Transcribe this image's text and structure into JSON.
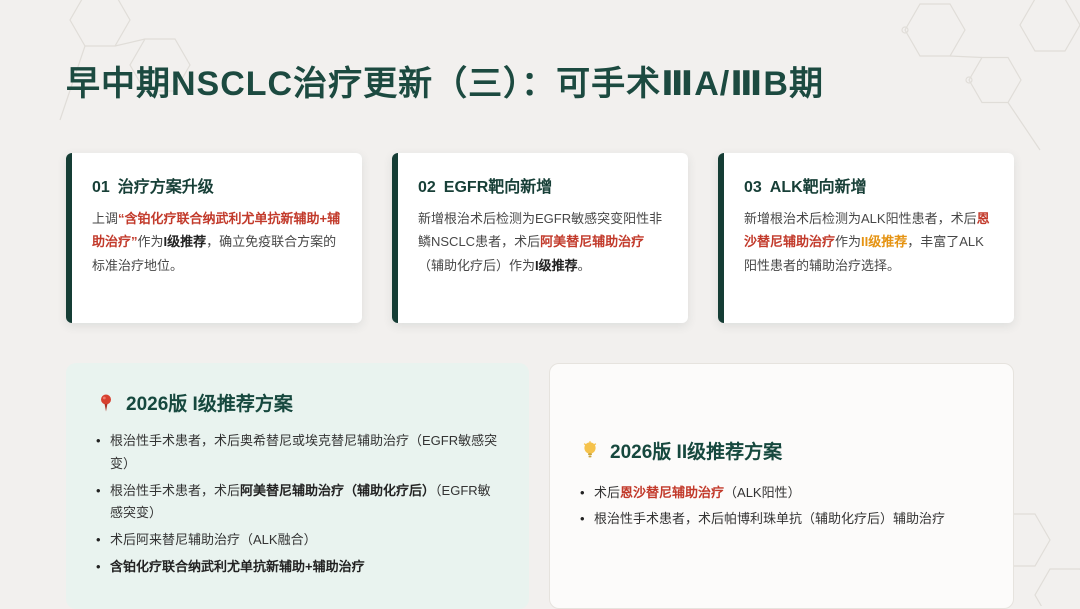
{
  "title": "早中期NSCLC治疗更新（三）：可手术ⅢA/ⅢB期",
  "colors": {
    "title": "#1c4a40",
    "card_accent": "#153d35",
    "highlight_red": "#c23a2b",
    "highlight_orange": "#e59312",
    "panel_mint": "#e9f3ef",
    "background": "#f2f0ee"
  },
  "cards": [
    {
      "number": "01",
      "heading": "治疗方案升级",
      "body": [
        {
          "text": "上调",
          "style": "normal"
        },
        {
          "text": "“含铂化疗联合纳武利尤单抗新辅助+辅助治疗”",
          "style": "red"
        },
        {
          "text": "作为",
          "style": "normal"
        },
        {
          "text": "I级推荐",
          "style": "bold"
        },
        {
          "text": "，确立免疫联合方案的标准治疗地位。",
          "style": "normal"
        }
      ]
    },
    {
      "number": "02",
      "heading": "EGFR靶向新增",
      "body": [
        {
          "text": "新增根治术后检测为EGFR敏感突变阳性非鳞NSCLC患者，术后",
          "style": "normal"
        },
        {
          "text": "阿美替尼辅助治疗",
          "style": "red"
        },
        {
          "text": "（辅助化疗后）作为",
          "style": "normal"
        },
        {
          "text": "I级推荐",
          "style": "bold"
        },
        {
          "text": "。",
          "style": "normal"
        }
      ]
    },
    {
      "number": "03",
      "heading": "ALK靶向新增",
      "body": [
        {
          "text": "新增根治术后检测为ALK阳性患者，术后",
          "style": "normal"
        },
        {
          "text": "恩沙替尼辅助治疗",
          "style": "red"
        },
        {
          "text": "作为",
          "style": "normal"
        },
        {
          "text": "II级推荐",
          "style": "orange"
        },
        {
          "text": "，丰富了ALK阳性患者的辅助治疗选择。",
          "style": "normal"
        }
      ]
    }
  ],
  "panels": [
    {
      "icon": "pin-icon",
      "heading": "2026版 I级推荐方案",
      "items": [
        [
          {
            "text": "根治性手术患者，术后奥希替尼或埃克替尼辅助治疗（EGFR敏感突变）",
            "style": "normal"
          }
        ],
        [
          {
            "text": "根治性手术患者，术后",
            "style": "normal"
          },
          {
            "text": "阿美替尼辅助治疗（辅助化疗后）",
            "style": "bold"
          },
          {
            "text": "（EGFR敏感突变）",
            "style": "normal"
          }
        ],
        [
          {
            "text": "术后阿来替尼辅助治疗（ALK融合）",
            "style": "normal"
          }
        ],
        [
          {
            "text": "含铂化疗联合纳武利尤单抗新辅助+辅助治疗",
            "style": "bold"
          }
        ]
      ]
    },
    {
      "icon": "bulb-icon",
      "heading": "2026版 II级推荐方案",
      "items": [
        [
          {
            "text": "术后",
            "style": "normal"
          },
          {
            "text": "恩沙替尼辅助治疗",
            "style": "red"
          },
          {
            "text": "（ALK阳性）",
            "style": "normal"
          }
        ],
        [
          {
            "text": "根治性手术患者，术后帕博利珠单抗（辅助化疗后）辅助治疗",
            "style": "normal"
          }
        ]
      ]
    }
  ]
}
